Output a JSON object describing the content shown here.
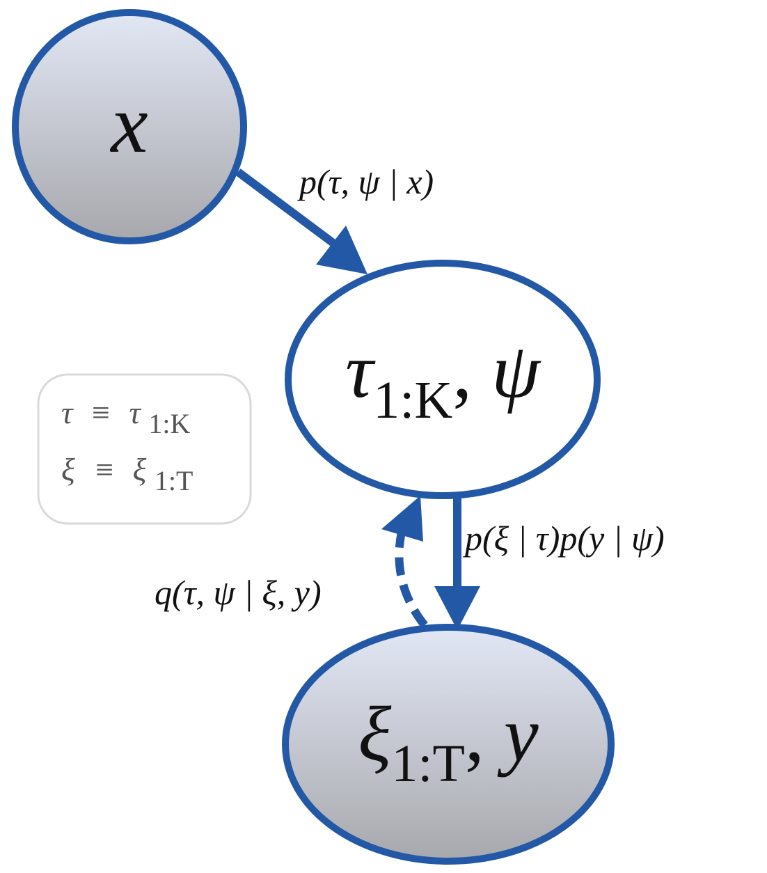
{
  "colors": {
    "accent": "#2358a6",
    "observed_fill_top": "#e2e7f5",
    "observed_fill_bottom": "#a7a8ac",
    "latent_fill": "#ffffff",
    "legend_border": "#d9d9d9",
    "legend_text": "#555555"
  },
  "nodes": {
    "x": {
      "var": "x",
      "observed": true
    },
    "latent": {
      "var_tau": "τ",
      "sub": "1:K",
      "sep": ", ",
      "var_psi": "ψ",
      "observed": false
    },
    "data": {
      "var_xi": "ξ",
      "sub": "1:T",
      "sep": ", ",
      "var_y": "y",
      "observed": true
    }
  },
  "edges": {
    "prior": {
      "label": "p(τ, ψ | x)",
      "style": "solid"
    },
    "likelihood": {
      "label": "p(ξ | τ)p(y | ψ)",
      "style": "solid"
    },
    "inference": {
      "label": "q(τ, ψ | ξ, y)",
      "style": "dashed"
    }
  },
  "legend": {
    "row1": {
      "lhs": "τ",
      "op": "≡",
      "rhs": "τ",
      "rhs_sub": "1:K"
    },
    "row2": {
      "lhs": "ξ",
      "op": "≡",
      "rhs": "ξ",
      "rhs_sub": "1:T"
    }
  }
}
